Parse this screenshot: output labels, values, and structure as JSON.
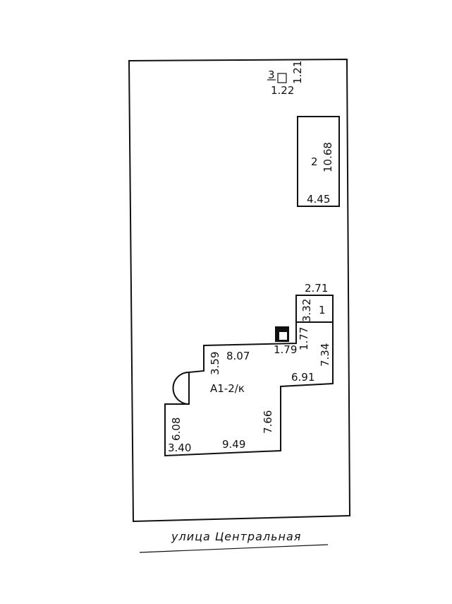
{
  "plot": {
    "street_name": "улица Центральная"
  },
  "structure_3": {
    "number": "3",
    "width": "1.22",
    "depth": "1.21"
  },
  "structure_2": {
    "number": "2",
    "length": "10.68",
    "width": "4.45"
  },
  "structure_1": {
    "number": "1",
    "width": "2.71",
    "depth": "3.32"
  },
  "main_house": {
    "label": "А1-2/к",
    "dims": {
      "d_7_34": "7.34",
      "d_1_77": "1.77",
      "d_1_79": "1.79",
      "d_8_07": "8.07",
      "d_3_59": "3.59",
      "d_6_91": "6.91",
      "d_7_66": "7.66",
      "d_6_08": "6.08",
      "d_3_40": "3.40",
      "d_9_49": "9.49"
    }
  }
}
